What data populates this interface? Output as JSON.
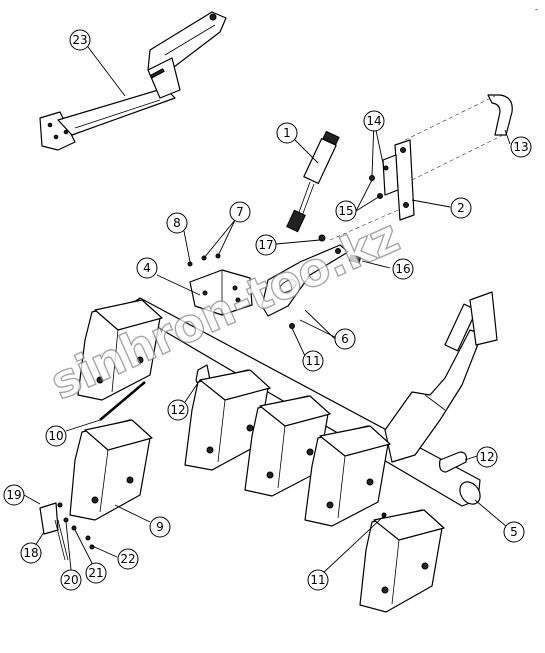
{
  "watermark": "sinhron-too.kz",
  "callouts": [
    {
      "num": "1"
    },
    {
      "num": "2"
    },
    {
      "num": "4"
    },
    {
      "num": "5"
    },
    {
      "num": "6"
    },
    {
      "num": "7"
    },
    {
      "num": "8"
    },
    {
      "num": "9"
    },
    {
      "num": "10"
    },
    {
      "num": "11"
    },
    {
      "num": "11"
    },
    {
      "num": "12"
    },
    {
      "num": "12"
    },
    {
      "num": "13"
    },
    {
      "num": "14"
    },
    {
      "num": "15"
    },
    {
      "num": "16"
    },
    {
      "num": "17"
    },
    {
      "num": "18"
    },
    {
      "num": "19"
    },
    {
      "num": "20"
    },
    {
      "num": "21"
    },
    {
      "num": "22"
    },
    {
      "num": "23"
    }
  ]
}
